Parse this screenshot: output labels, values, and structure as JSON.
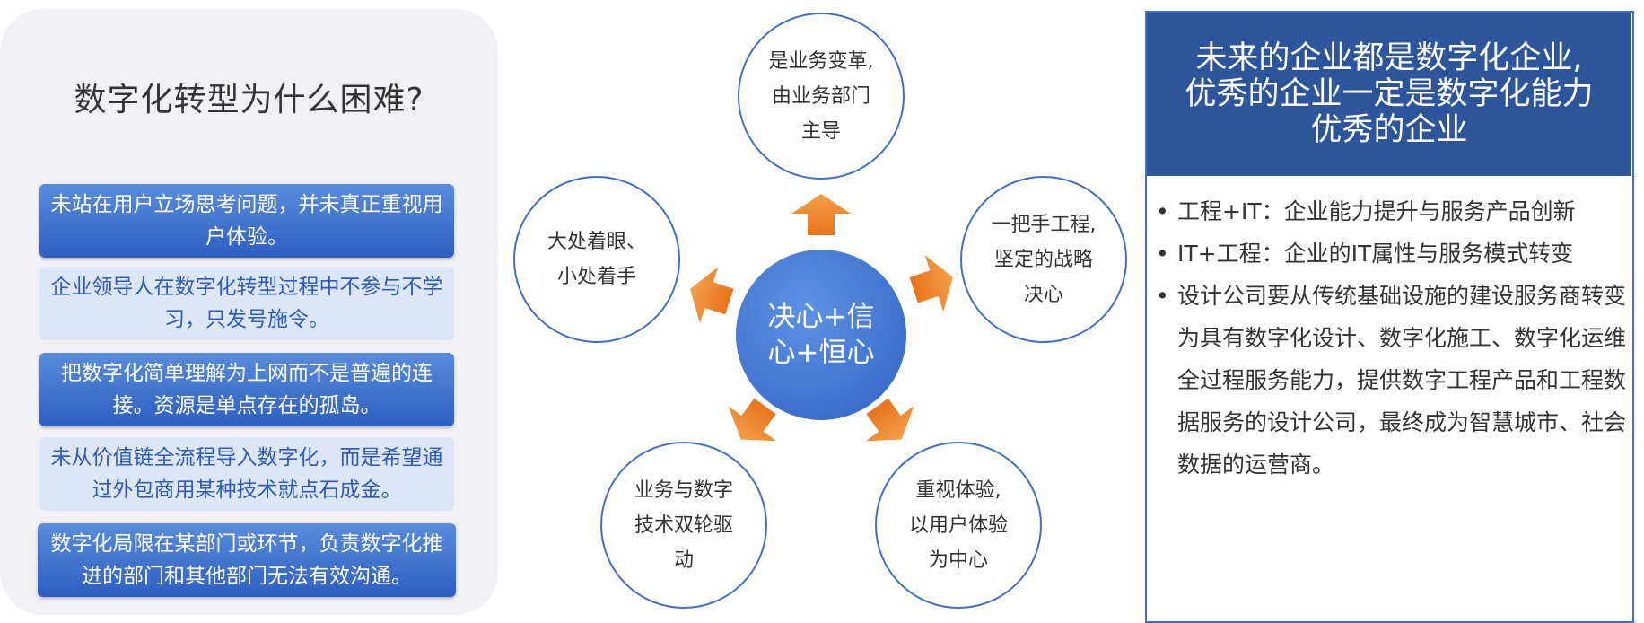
{
  "left": {
    "title": "数字化转型为什么困难?",
    "reasons": [
      {
        "text": "未站在用户立场思考问题，并未真正重视用户体验。"
      },
      {
        "text": "企业领导人在数字化转型过程中不参与不学习，只发号施令。"
      },
      {
        "text": "把数字化简单理解为上网而不是普遍的连接。资源是单点存在的孤岛。"
      },
      {
        "text": "未从价值链全流程导入数字化，而是希望通过外包商用某种技术就点石成金。"
      },
      {
        "text": "数字化局限在某部门或环节，负责数字化推进的部门和其他部门无法有效沟通。"
      }
    ]
  },
  "diagram": {
    "center": {
      "line1": "决心+信",
      "line2": "心+恒心"
    },
    "nodes": [
      {
        "lines": [
          "是业务变革,",
          "由业务部门",
          "主导"
        ]
      },
      {
        "lines": [
          "一把手工程,",
          "坚定的战略",
          "决心"
        ]
      },
      {
        "lines": [
          "重视体验,",
          "以用户体验",
          "为中心"
        ]
      },
      {
        "lines": [
          "业务与数字",
          "技术双轮驱",
          "动"
        ]
      },
      {
        "lines": [
          "大处着眼、",
          "小处着手"
        ]
      }
    ],
    "colors": {
      "circle_border": "#3f6fc7",
      "arrow": "#f08a2c",
      "center": "#3a6fd0"
    }
  },
  "right": {
    "header": {
      "line1": "未来的企业都是数字化企业,",
      "line2": "优秀的企业一定是数字化能力",
      "line3": "优秀的企业"
    },
    "bullets": [
      {
        "text": "工程+IT：企业能力提升与服务产品创新"
      },
      {
        "text": "IT+工程：企业的IT属性与服务模式转变"
      },
      {
        "text": "设计公司要从传统基础设施的建设服务商转变为具有数字化设计、数字化施工、数字化运维全过程服务能力，提供数字工程产品和工程数据服务的设计公司，最终成为智慧城市、社会数据的运营商。"
      }
    ]
  }
}
